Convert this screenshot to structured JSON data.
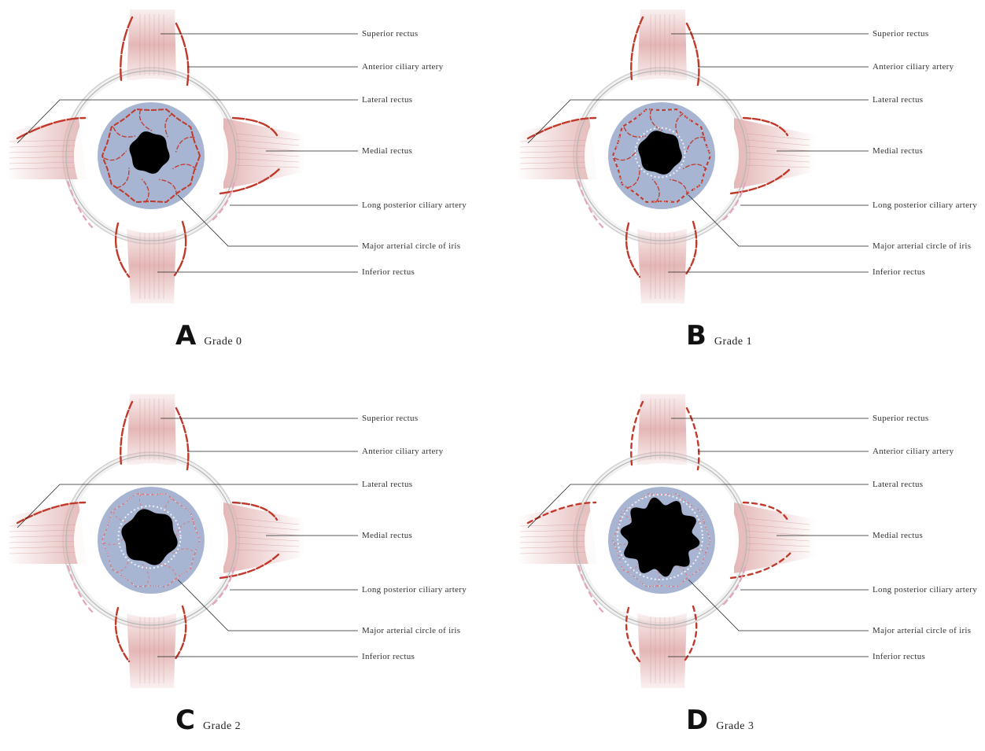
{
  "labels": {
    "superior_rectus": "Superior rectus",
    "anterior_ciliary_artery": "Anterior ciliary artery",
    "lateral_rectus": "Lateral rectus",
    "medial_rectus": "Medial rectus",
    "long_posterior_ciliary_artery": "Long posterior ciliary artery",
    "major_arterial_circle": "Major arterial circle of iris",
    "inferior_rectus": "Inferior rectus"
  },
  "panels": [
    {
      "letter": "A",
      "grade": "Grade 0"
    },
    {
      "letter": "B",
      "grade": "Grade 1"
    },
    {
      "letter": "C",
      "grade": "Grade 2"
    },
    {
      "letter": "D",
      "grade": "Grade 3"
    }
  ],
  "colors": {
    "muscle": "#e3b3b3",
    "vessel": "#c0392b",
    "iris": "#a7b5d2",
    "pupil": "#000000",
    "sclera_outline": "#b5b5b5",
    "leader": "#222222"
  }
}
